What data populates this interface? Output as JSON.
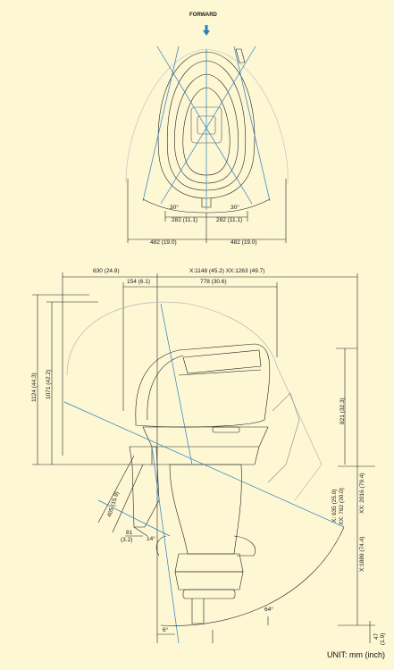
{
  "top_view": {
    "direction_label": "FORWARD",
    "angle_left": "30°",
    "angle_right": "30°",
    "dim_left_inner": "282 (11.1)",
    "dim_right_inner": "282 (11.1)",
    "dim_left_outer": "482 (19.0)",
    "dim_right_outer": "482 (19.0)"
  },
  "side_view": {
    "dim_top_left": "630 (24.8)",
    "dim_top_right": "X:1148 (45.2)  XX:1263 (49.7)",
    "dim_154": "154 (6.1)",
    "dim_778": "778 (30.6)",
    "dim_1124": "1124 (44.3)",
    "dim_1071": "1071 (42.2)",
    "dim_821": "821 (32.3)",
    "dim_2016": "XX: 2016 (79.4)",
    "dim_1889": "X:1889 (74.4)",
    "dim_635": "X: 635 (25.0)",
    "dim_762": "XX: 762 (30.0)",
    "dim_405": "405 (15.9)",
    "dim_81": "81",
    "dim_81_inch": "(3.2)",
    "angle_14": "14°",
    "angle_64": "64°",
    "angle_6": "6°",
    "dim_47": "47",
    "dim_47_inch": "(1.9)"
  },
  "unit_label": "UNIT: mm (inch)",
  "colors": {
    "background": "#fdf7d4",
    "line": "#1a1a1a",
    "guide": "#2a7fc1"
  }
}
